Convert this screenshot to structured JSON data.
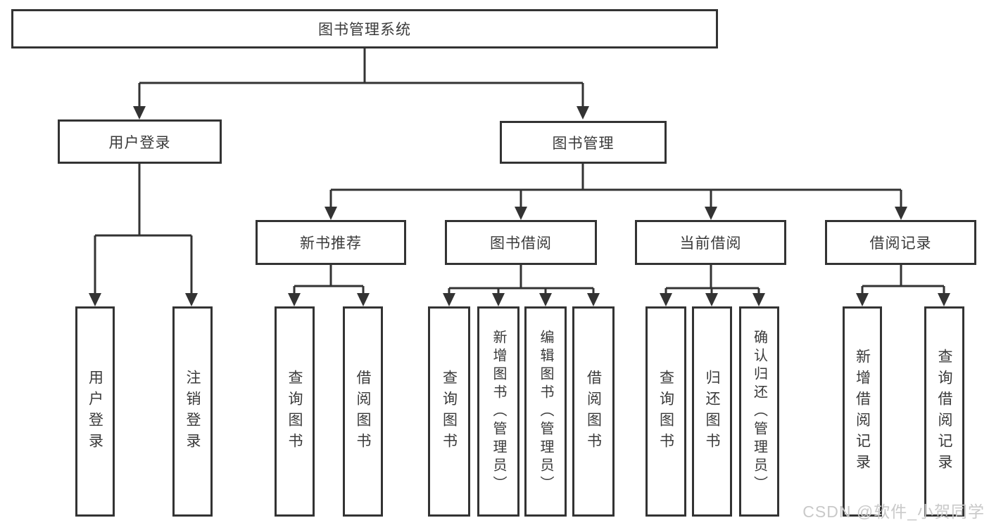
{
  "diagram": {
    "root": {
      "label": "图书管理系统"
    },
    "level2": [
      {
        "label": "用户登录",
        "children": [
          {
            "label": "用户登录"
          },
          {
            "label": "注销登录"
          }
        ]
      },
      {
        "label": "图书管理",
        "children": [
          {
            "label": "新书推荐",
            "children": [
              {
                "label": "查询图书"
              },
              {
                "label": "借阅图书"
              }
            ]
          },
          {
            "label": "图书借阅",
            "children": [
              {
                "label": "查询图书"
              },
              {
                "label": "新增图书（管理员）"
              },
              {
                "label": "编辑图书（管理员）"
              },
              {
                "label": "借阅图书"
              }
            ]
          },
          {
            "label": "当前借阅",
            "children": [
              {
                "label": "查询图书"
              },
              {
                "label": "归还图书"
              },
              {
                "label": "确认归还（管理员）"
              }
            ]
          },
          {
            "label": "借阅记录",
            "children": [
              {
                "label": "新增借阅记录"
              },
              {
                "label": "查询借阅记录"
              }
            ]
          }
        ]
      }
    ]
  },
  "watermark": {
    "text": "CSDN @软件_小贺同学"
  },
  "colors": {
    "line": "#333333",
    "text": "#3a3a3a",
    "box_background": "#ffffff",
    "watermark": "#c9c9c9",
    "background": "#ffffff"
  }
}
